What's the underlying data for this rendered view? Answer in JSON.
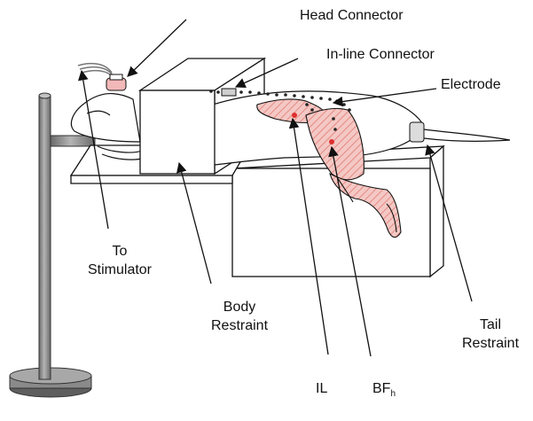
{
  "labels": {
    "head_connector": "Head Connector",
    "inline_connector": "In-line Connector",
    "electrode": "Electrode",
    "to": "To",
    "stimulator": "Stimulator",
    "body": "Body",
    "restraint": "Restraint",
    "tail": "Tail",
    "tail_restraint_word": "Restraint",
    "il": "IL",
    "bf_main": "BF",
    "bf_sub": "h"
  },
  "colors": {
    "line": "#111111",
    "muscle_fill": "#f4c8c4",
    "muscle_hatch": "#e58a84",
    "connector_fill": "#f3b8b8",
    "stand": "#8a8a8a",
    "stand_dark": "#5e5e5e",
    "electrode_marker": "#e03030",
    "background": "#ffffff"
  },
  "icons": [
    "stand-rod-icon",
    "stand-base-icon",
    "rat-body-icon",
    "muscle-icon"
  ]
}
